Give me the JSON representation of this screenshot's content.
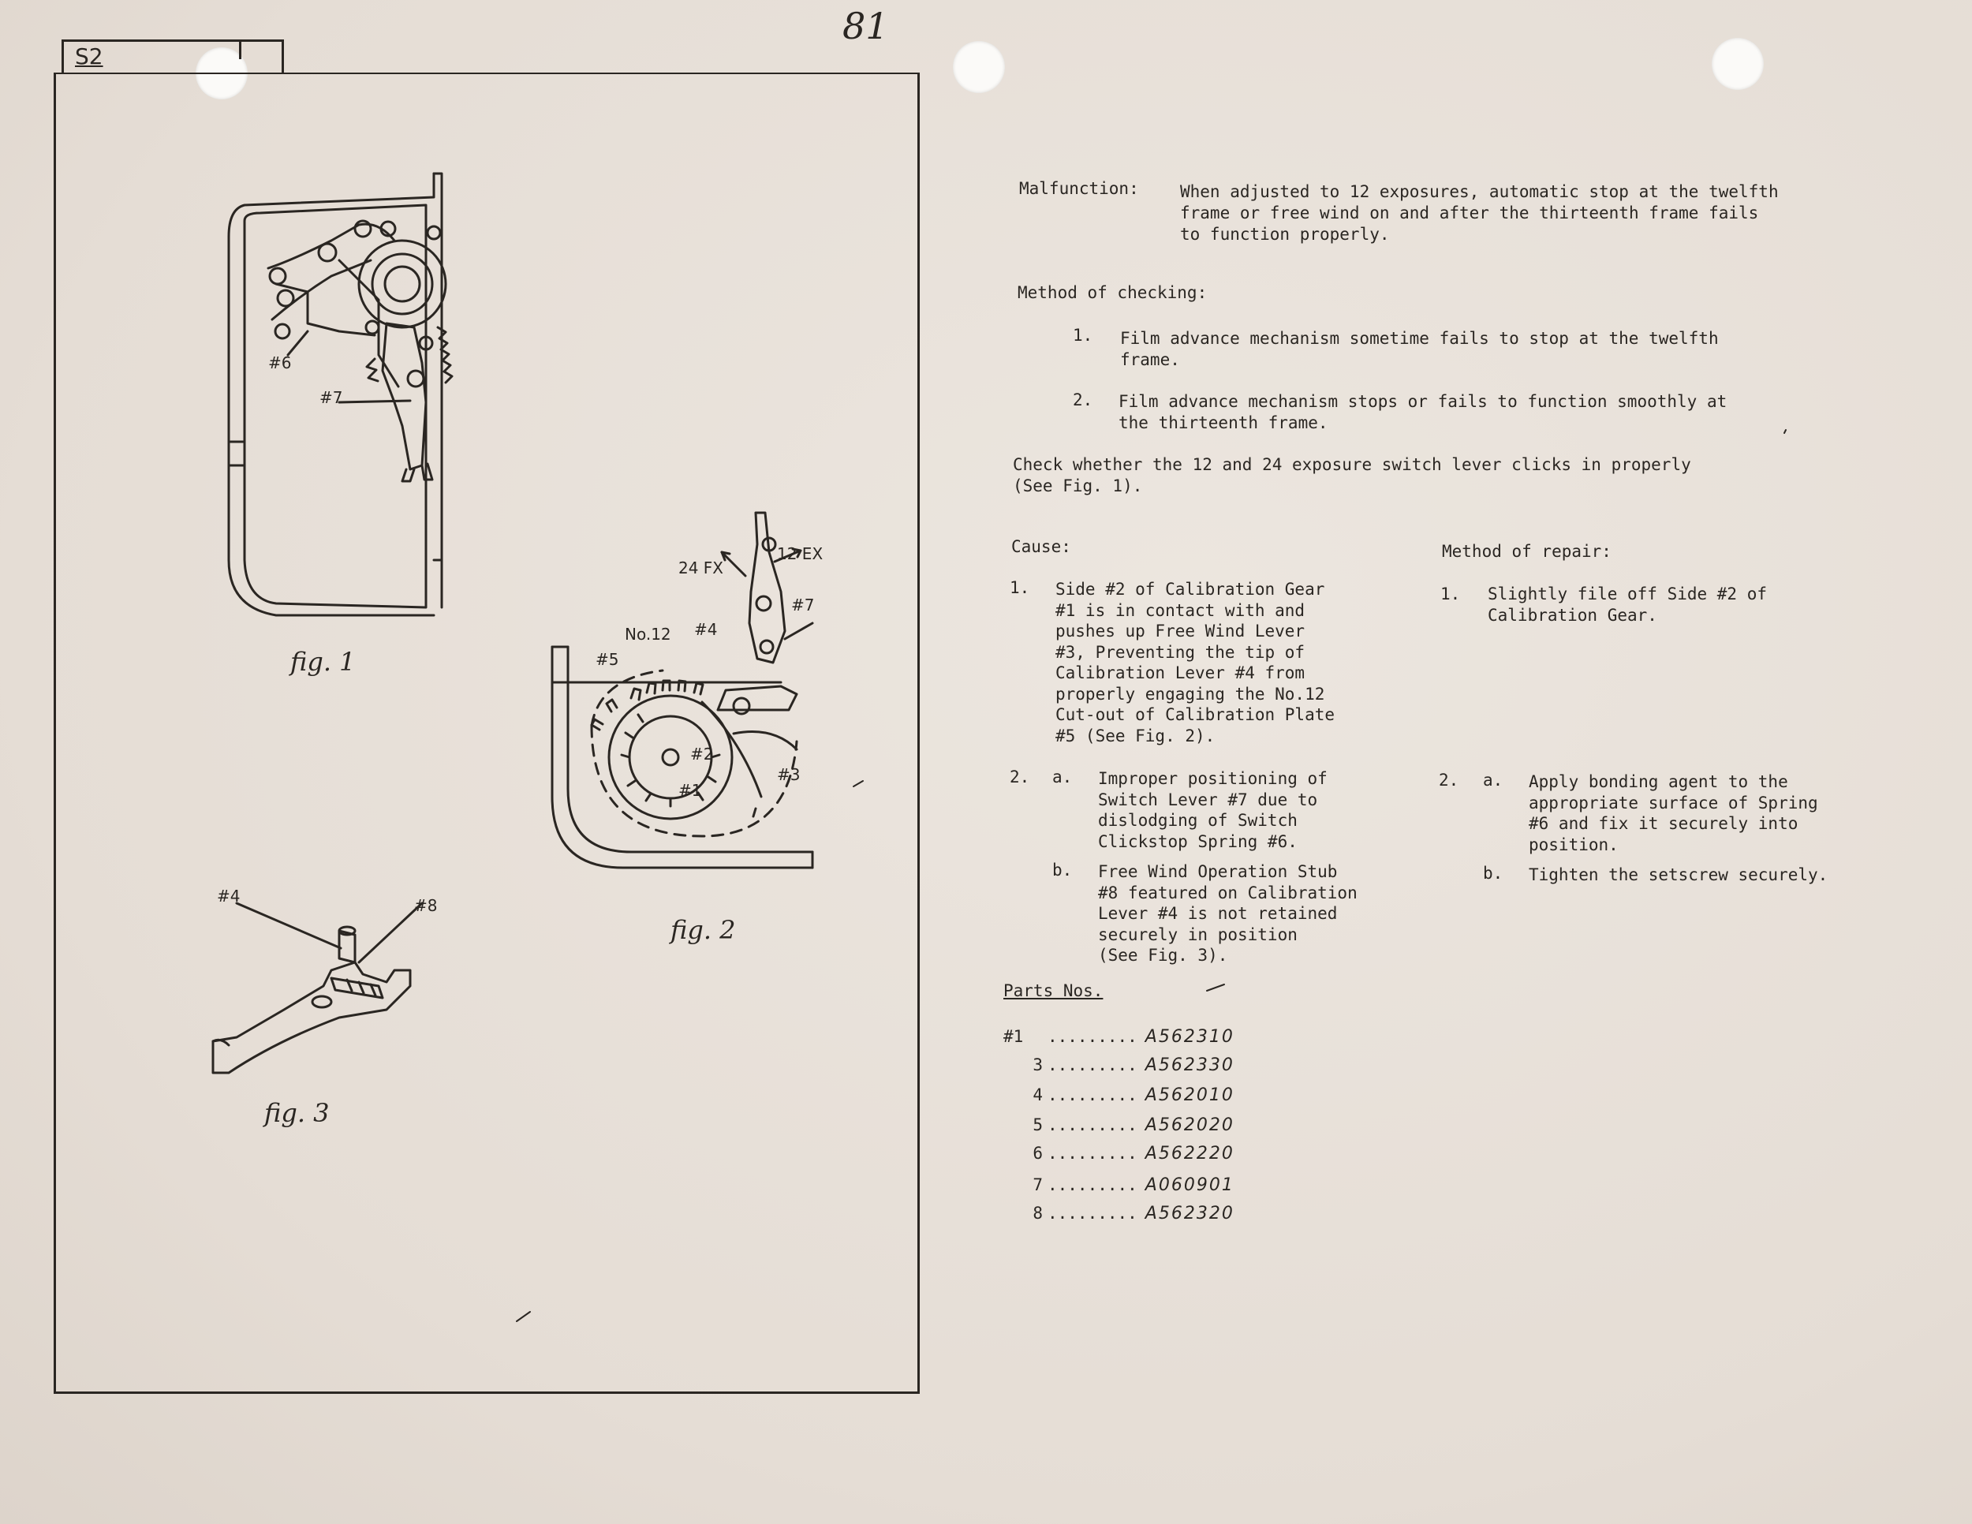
{
  "page_number": "81",
  "section_tab": "S2",
  "figures": {
    "fig1": {
      "caption": "fig. 1",
      "callouts": [
        "#6",
        "#7"
      ]
    },
    "fig2": {
      "caption": "fig. 2",
      "callouts": [
        "24 FX",
        "12 EX",
        "#7",
        "No.12",
        "#4",
        "#5",
        "#2",
        "#1",
        "#3"
      ]
    },
    "fig3": {
      "caption": "fig. 3",
      "callouts": [
        "#4",
        "#8"
      ]
    }
  },
  "malfunction": {
    "label": "Malfunction:",
    "lines": [
      "When adjusted to 12 exposures, automatic stop at the twelfth",
      "frame or free wind on and after the thirteenth frame fails",
      "to function properly."
    ]
  },
  "method_of_checking": {
    "heading": "Method of checking:",
    "items": [
      {
        "num": "1.",
        "lines": [
          "Film advance mechanism sometime fails to stop at the twelfth",
          "frame."
        ]
      },
      {
        "num": "2.",
        "lines": [
          "Film advance mechanism stops or fails to function smoothly at",
          "the thirteenth frame."
        ]
      }
    ],
    "check_lines": [
      "Check whether the 12 and 24 exposure switch lever clicks in properly",
      "(See Fig. 1)."
    ]
  },
  "cause": {
    "heading": "Cause:",
    "item1": {
      "num": "1.",
      "lines": [
        "Side #2 of Calibration Gear",
        "#1 is in contact with and",
        "pushes up Free Wind Lever",
        "#3, Preventing the tip of",
        "Calibration Lever #4 from",
        "properly engaging the No.12",
        "Cut-out of Calibration Plate",
        "#5 (See Fig. 2)."
      ]
    },
    "item2a": {
      "num": "2.",
      "sub": "a.",
      "lines": [
        "Improper positioning of",
        "Switch Lever #7 due to",
        "dislodging of Switch",
        "Clickstop Spring #6."
      ]
    },
    "item2b": {
      "sub": "b.",
      "lines": [
        "Free Wind Operation Stub",
        "#8 featured on Calibration",
        "Lever #4 is not retained",
        "securely in position",
        "(See Fig. 3)."
      ]
    }
  },
  "repair": {
    "heading": "Method of repair:",
    "item1": {
      "num": "1.",
      "lines": [
        "Slightly file off Side #2 of",
        "Calibration Gear."
      ]
    },
    "item2a": {
      "num": "2.",
      "sub": "a.",
      "lines": [
        "Apply bonding agent to the",
        "appropriate surface of Spring",
        "#6 and fix it securely into",
        "position."
      ]
    },
    "item2b": {
      "sub": "b.",
      "lines": [
        "Tighten the setscrew securely."
      ]
    }
  },
  "parts": {
    "heading": "Parts Nos.",
    "rows": [
      {
        "num": "#1",
        "dots": "........",
        "code": "A562310"
      },
      {
        "num": "3",
        "dots": "........",
        "code": "A562330"
      },
      {
        "num": "4",
        "dots": "........",
        "code": "A562010"
      },
      {
        "num": "5",
        "dots": "........",
        "code": "A562020"
      },
      {
        "num": "6",
        "dots": "........",
        "code": "A562220"
      },
      {
        "num": "7",
        "dots": "........",
        "code": "A060901"
      },
      {
        "num": "8",
        "dots": "........",
        "code": "A562320"
      }
    ]
  }
}
